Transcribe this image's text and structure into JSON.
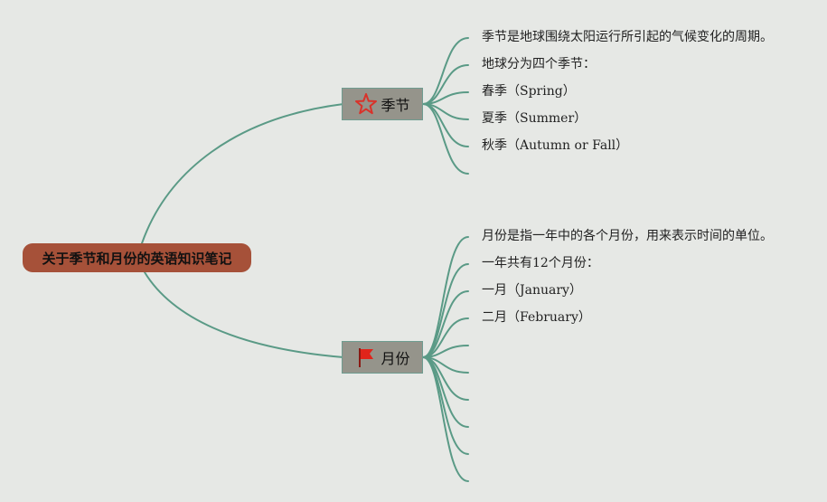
{
  "root": {
    "label": "关于季节和月份的英语知识笔记"
  },
  "branches": [
    {
      "label": "季节",
      "icon": "star-outline-icon",
      "items": [
        "季节是地球围绕太阳运行所引起的气候变化的周期。",
        "地球分为四个季节：",
        "春季（Spring）",
        "夏季（Summer）",
        "秋季（Autumn or Fall）",
        ""
      ]
    },
    {
      "label": "月份",
      "icon": "red-flag-icon",
      "items": [
        "月份是指一年中的各个月份，用来表示时间的单位。",
        "一年共有12个月份：",
        "一月（January）",
        "二月（February）",
        "",
        "",
        "",
        "",
        "",
        ""
      ]
    }
  ],
  "colors": {
    "background": "#e6e8e5",
    "root_fill": "#a65139",
    "branch_fill": "#95948b",
    "connector": "#5a9a86",
    "flag": "#e0241b",
    "star": "#d9322a"
  }
}
